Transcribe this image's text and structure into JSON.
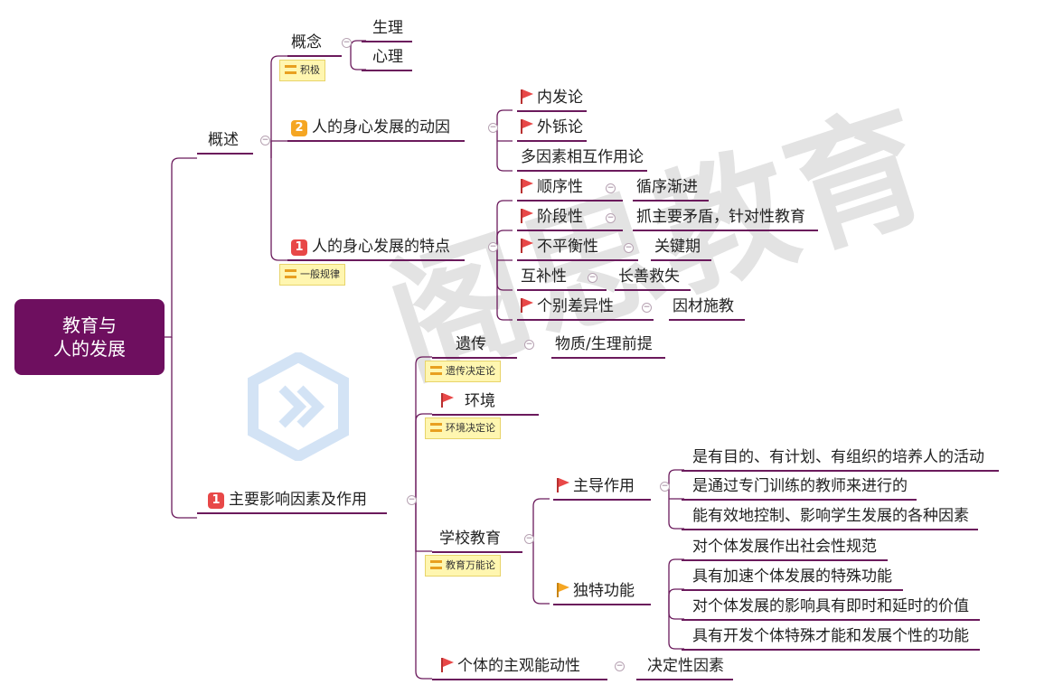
{
  "root": {
    "line1": "教育与",
    "line2": "人的发展"
  },
  "watermark": "阁思教育",
  "overview": {
    "label": "概述",
    "concept": {
      "label": "概念",
      "tag": "积极",
      "children": [
        "生理",
        "心理"
      ]
    },
    "motive": {
      "badge": "2",
      "label": "人的身心发展的动因",
      "children": [
        "内发论",
        "外铄论",
        "多因素相互作用论"
      ]
    },
    "features": {
      "badge": "1",
      "label": "人的身心发展的特点",
      "tag": "一般规律",
      "items": [
        {
          "label": "顺序性",
          "child": "循序渐进"
        },
        {
          "label": "阶段性",
          "child": "抓主要矛盾，针对性教育"
        },
        {
          "label": "不平衡性",
          "child": "关键期"
        },
        {
          "label": "互补性",
          "child": "长善救失"
        },
        {
          "label": "个别差异性",
          "child": "因材施教"
        }
      ]
    }
  },
  "factors": {
    "badge": "1",
    "label": "主要影响因素及作用",
    "heredity": {
      "label": "遗传",
      "tag": "遗传决定论",
      "child": "物质/生理前提"
    },
    "environment": {
      "label": "环境",
      "tag": "环境决定论"
    },
    "school": {
      "label": "学校教育",
      "tag": "教育万能论",
      "leading": {
        "label": "主导作用",
        "children": [
          "是有目的、有计划、有组织的培养人的活动",
          "是通过专门训练的教师来进行的",
          "能有效地控制、影响学生发展的各种因素"
        ]
      },
      "special": {
        "label": "独特功能",
        "children": [
          "对个体发展作出社会性规范",
          "具有加速个体发展的特殊功能",
          "对个体发展的影响具有即时和延时的价值",
          "具有开发个体特殊才能和发展个性的功能"
        ]
      }
    },
    "agency": {
      "label": "个体的主观能动性",
      "child": "决定性因素"
    }
  },
  "colors": {
    "root_bg": "#6e0f5f",
    "line": "#6b1a5c",
    "flag_red": "#e84848",
    "flag_orange": "#f5a623",
    "tag_bg": "#fff6b0"
  }
}
